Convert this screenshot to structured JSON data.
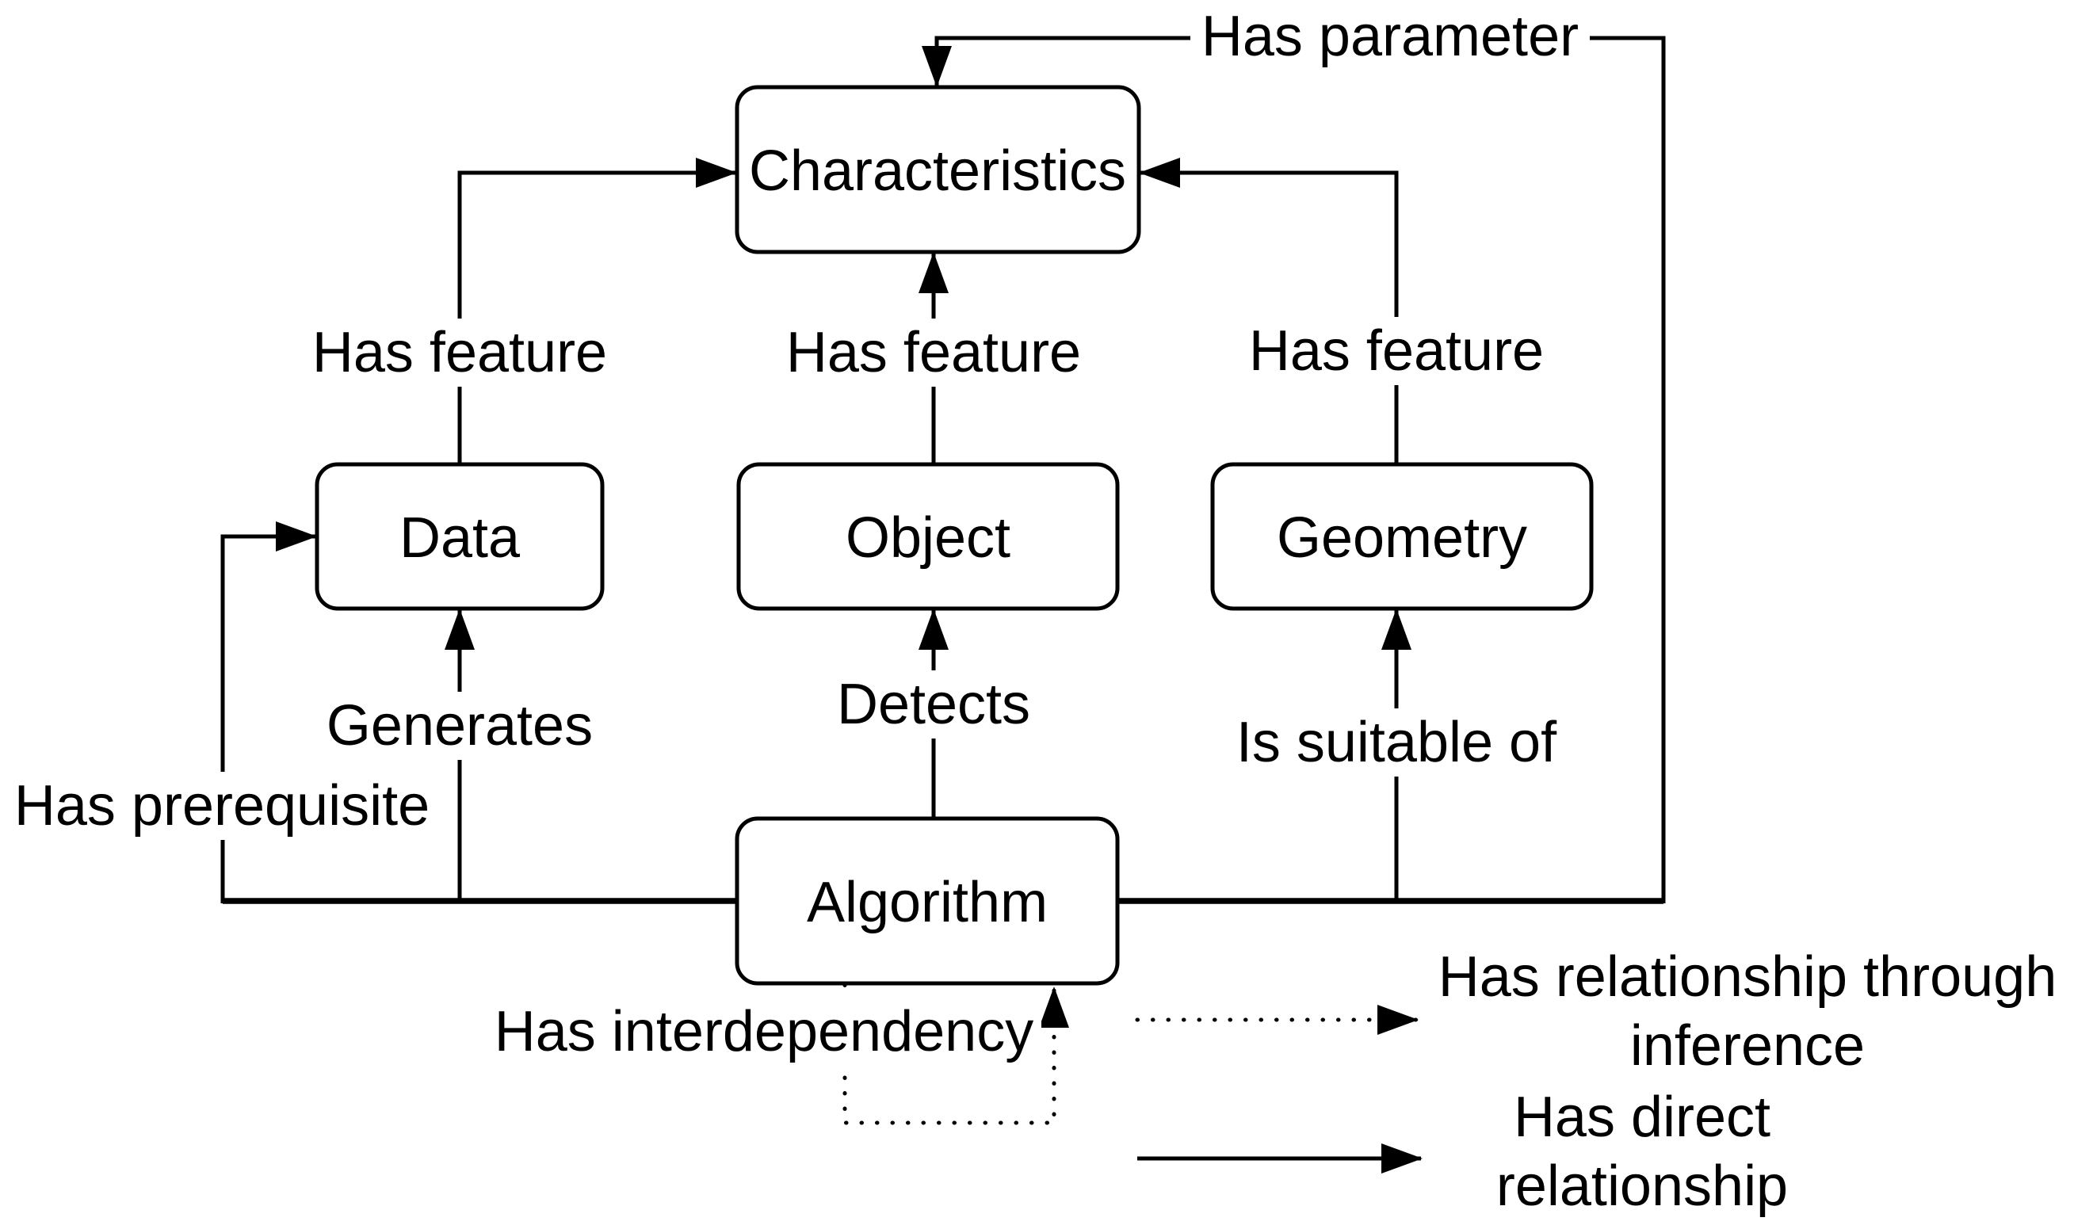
{
  "figure": {
    "type": "ontology-relationship-diagram",
    "colors": {
      "stroke": "#000000",
      "background": "#ffffff"
    },
    "nodes": [
      {
        "id": "characteristics",
        "label": "Characteristics"
      },
      {
        "id": "data",
        "label": "Data"
      },
      {
        "id": "object",
        "label": "Object"
      },
      {
        "id": "geometry",
        "label": "Geometry"
      },
      {
        "id": "algorithm",
        "label": "Algorithm"
      }
    ],
    "edges": [
      {
        "from": "data",
        "to": "characteristics",
        "label": "Has feature",
        "style": "direct"
      },
      {
        "from": "object",
        "to": "characteristics",
        "label": "Has feature",
        "style": "direct"
      },
      {
        "from": "geometry",
        "to": "characteristics",
        "label": "Has feature",
        "style": "direct"
      },
      {
        "from": "algorithm",
        "to": "characteristics",
        "label": "Has parameter",
        "style": "direct"
      },
      {
        "from": "algorithm",
        "to": "data",
        "label": "Generates",
        "style": "direct"
      },
      {
        "from": "algorithm",
        "to": "object",
        "label": "Detects",
        "style": "direct"
      },
      {
        "from": "algorithm",
        "to": "geometry",
        "label": "Is suitable of",
        "style": "direct"
      },
      {
        "from": "algorithm",
        "to": "data",
        "label": "Has prerequisite",
        "style": "direct"
      },
      {
        "from": "algorithm",
        "to": "algorithm",
        "label": "Has interdependency",
        "style": "inferred"
      }
    ],
    "legend": [
      {
        "style": "inferred",
        "lines": [
          "Has relationship through",
          "inference"
        ]
      },
      {
        "style": "direct",
        "lines": [
          "Has direct",
          "relationship"
        ]
      }
    ]
  }
}
